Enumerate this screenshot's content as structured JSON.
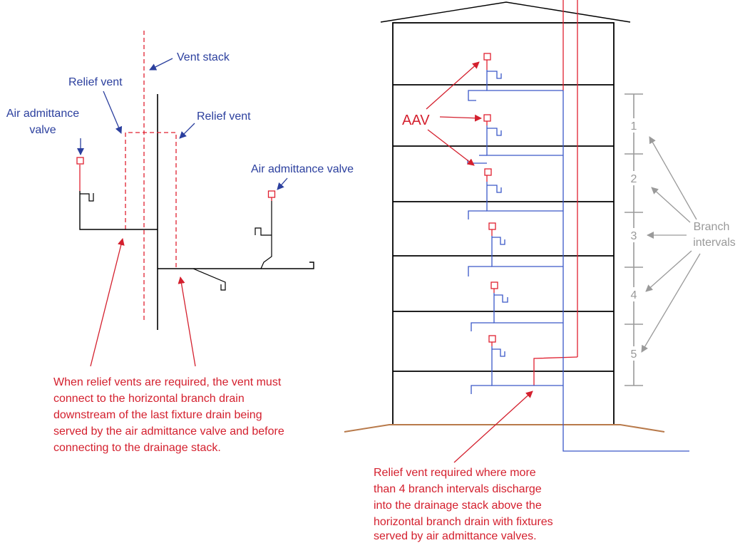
{
  "left_diagram": {
    "vent_stack_label": "Vent stack",
    "relief_vent_label_1": "Relief vent",
    "relief_vent_label_2": "Relief vent",
    "aav_label_left_line1": "Air admittance",
    "aav_label_left_line2": "valve",
    "aav_label_right": "Air admittance valve",
    "note_lines": [
      "When relief vents are required, the vent must",
      "connect to the horizontal branch drain",
      "downstream of the last fixture drain being",
      "served by the air admittance valve and before",
      "connecting to the drainage stack."
    ]
  },
  "right_diagram": {
    "aav_label": "AAV",
    "branch_intervals_line1": "Branch",
    "branch_intervals_line2": "intervals",
    "interval_numbers": [
      "1",
      "2",
      "3",
      "4",
      "5"
    ],
    "note_lines": [
      "Relief vent required where more",
      "than 4 branch intervals discharge",
      "into the drainage stack above the",
      "horizontal branch drain with fixtures",
      "served by air admittance valves."
    ]
  },
  "colors": {
    "drain_blue": "#3a58c8",
    "vent_red": "#e02030",
    "label_blue": "#2b3f9e",
    "note_red": "#d4202e",
    "gray": "#999999",
    "ground": "#b87a4b"
  }
}
